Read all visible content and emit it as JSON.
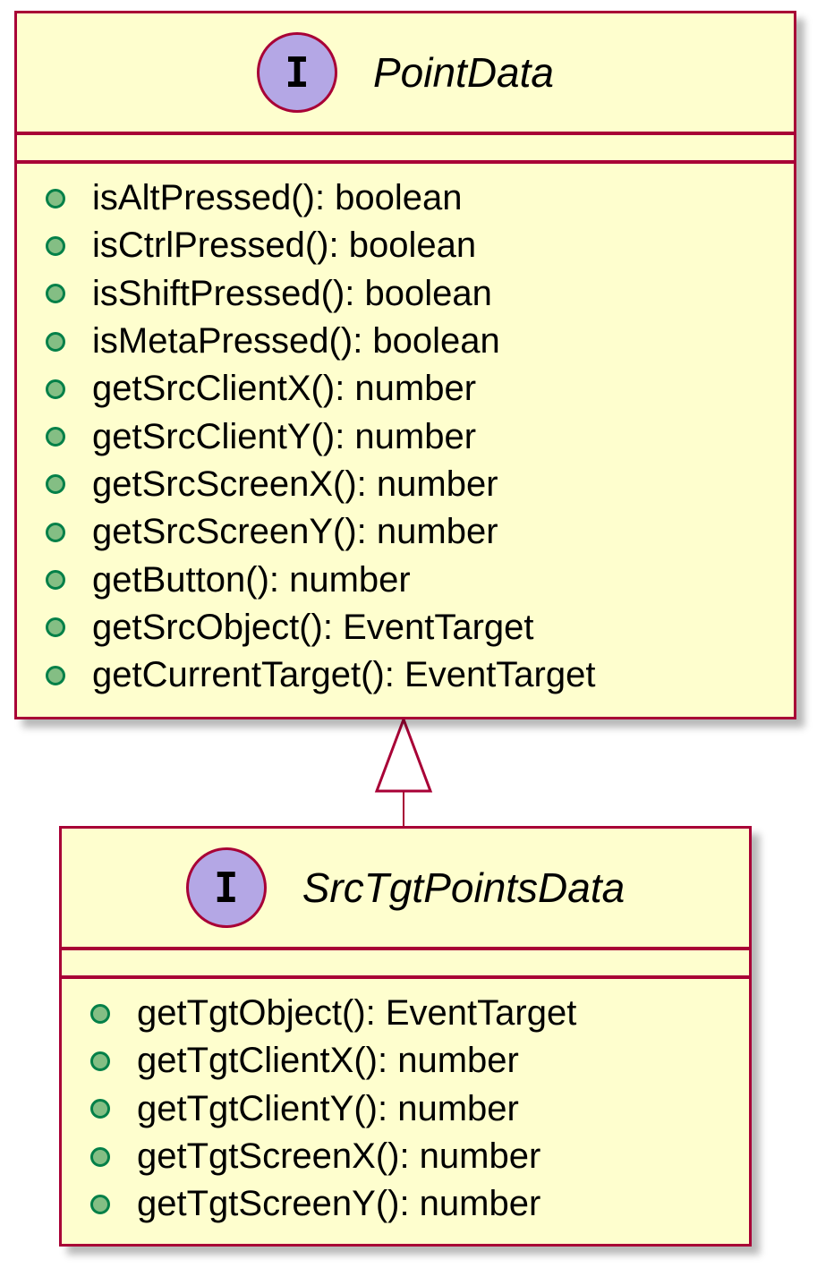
{
  "classes": [
    {
      "stereotype": "I",
      "name": "PointData",
      "methods": [
        "isAltPressed(): boolean",
        "isCtrlPressed(): boolean",
        "isShiftPressed(): boolean",
        "isMetaPressed(): boolean",
        "getSrcClientX(): number",
        "getSrcClientY(): number",
        "getSrcScreenX(): number",
        "getSrcScreenY(): number",
        "getButton(): number",
        "getSrcObject(): EventTarget",
        "getCurrentTarget(): EventTarget"
      ]
    },
    {
      "stereotype": "I",
      "name": "SrcTgtPointsData",
      "methods": [
        "getTgtObject(): EventTarget",
        "getTgtClientX(): number",
        "getTgtClientY(): number",
        "getTgtScreenX(): number",
        "getTgtScreenY(): number"
      ]
    }
  ],
  "relationship": {
    "type": "generalization",
    "from": "SrcTgtPointsData",
    "to": "PointData"
  },
  "colors": {
    "box_fill": "#fefece",
    "border": "#a80036",
    "stereotype_fill": "#b4a7e5",
    "visibility_fill": "#84be84",
    "visibility_border": "#038048"
  }
}
